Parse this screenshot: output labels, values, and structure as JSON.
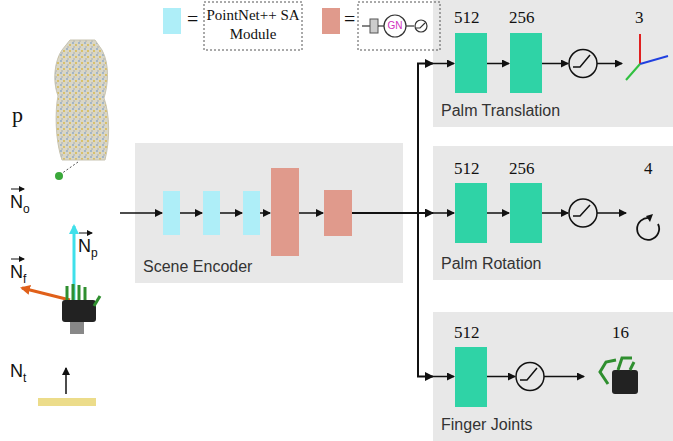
{
  "diagram": {
    "nodes": [
      {
        "text": [
          "Scene Encoder"
        ]
      },
      {
        "text": [
          "Palm Translation"
        ]
      },
      {
        "text": [
          "Palm Rotation"
        ]
      },
      {
        "text": [
          "Finger Joints"
        ]
      }
    ],
    "edges": [
      {
        "from": 0,
        "to": 1,
        "arrow": "to"
      },
      {
        "from": 0,
        "to": 2,
        "arrow": "to"
      },
      {
        "from": 0,
        "to": 3,
        "arrow": "to"
      }
    ],
    "labels": [
      "=",
      "=",
      "GN",
      "p",
      "N",
      "o",
      "N",
      "f",
      "N",
      "p",
      "N",
      "t",
      "512",
      "256",
      "3",
      "512",
      "256",
      "4",
      "512",
      "16"
    ],
    "legend": [
      {
        "text": "PointNet++ SA Module",
        "color": "#aeeef8"
      }
    ]
  }
}
